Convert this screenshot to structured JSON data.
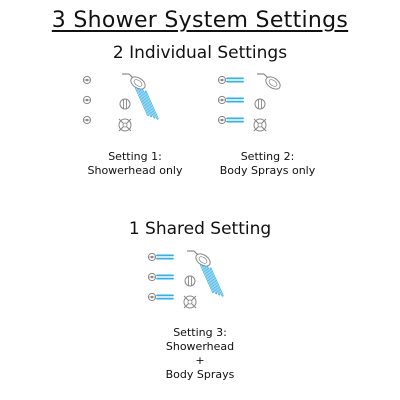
{
  "title": "3 Shower System Settings",
  "sections": {
    "individual_title": "2 Individual Settings",
    "shared_title": "1 Shared Setting"
  },
  "settings": [
    {
      "lines": [
        "Setting 1:",
        "Showerhead only"
      ],
      "showerhead_active": true,
      "body_sprays_active": false
    },
    {
      "lines": [
        "Setting 2:",
        "Body Sprays only"
      ],
      "showerhead_active": false,
      "body_sprays_active": true
    },
    {
      "lines": [
        "Setting 3:",
        "Showerhead",
        "+",
        "Body Sprays"
      ],
      "showerhead_active": true,
      "body_sprays_active": true
    }
  ],
  "colors": {
    "spray": "#35b0e6",
    "fixture": "#888888"
  }
}
